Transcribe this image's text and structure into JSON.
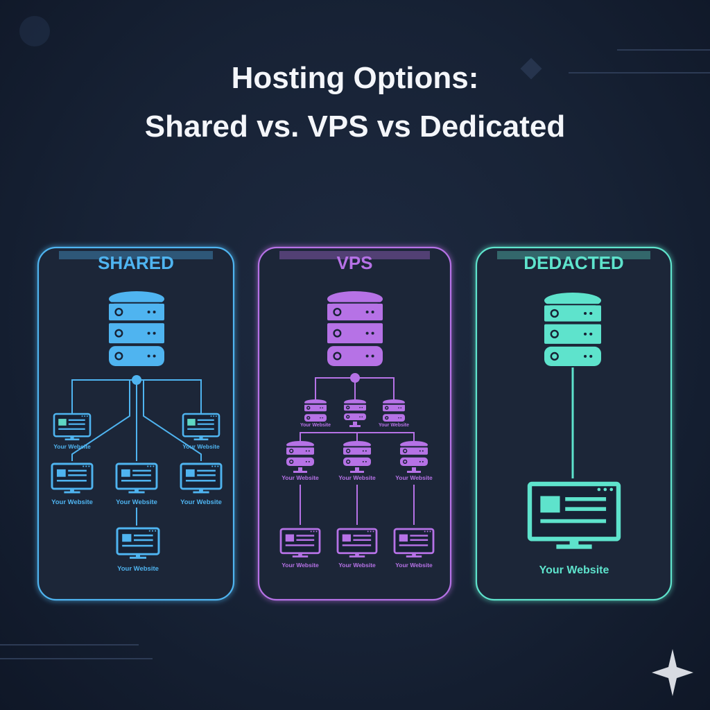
{
  "title": {
    "line1": "Hosting Options:",
    "line2": "Shared vs. VPS vs Dedicated"
  },
  "panels": [
    {
      "key": "shared",
      "title": "SHARED",
      "color": "#4fb4f0",
      "accent": "#5fd8c4"
    },
    {
      "key": "vps",
      "title": "VPS",
      "color": "#b672e6",
      "accent": "#b672e6"
    },
    {
      "key": "dedicated",
      "title": "DEDACTED",
      "color": "#5ee3cc",
      "accent": "#5ee3cc"
    }
  ],
  "node_label": "Your Website",
  "icons": {
    "server": "server-stack-icon",
    "monitor": "website-monitor-icon",
    "sparkle": "sparkle-icon"
  }
}
